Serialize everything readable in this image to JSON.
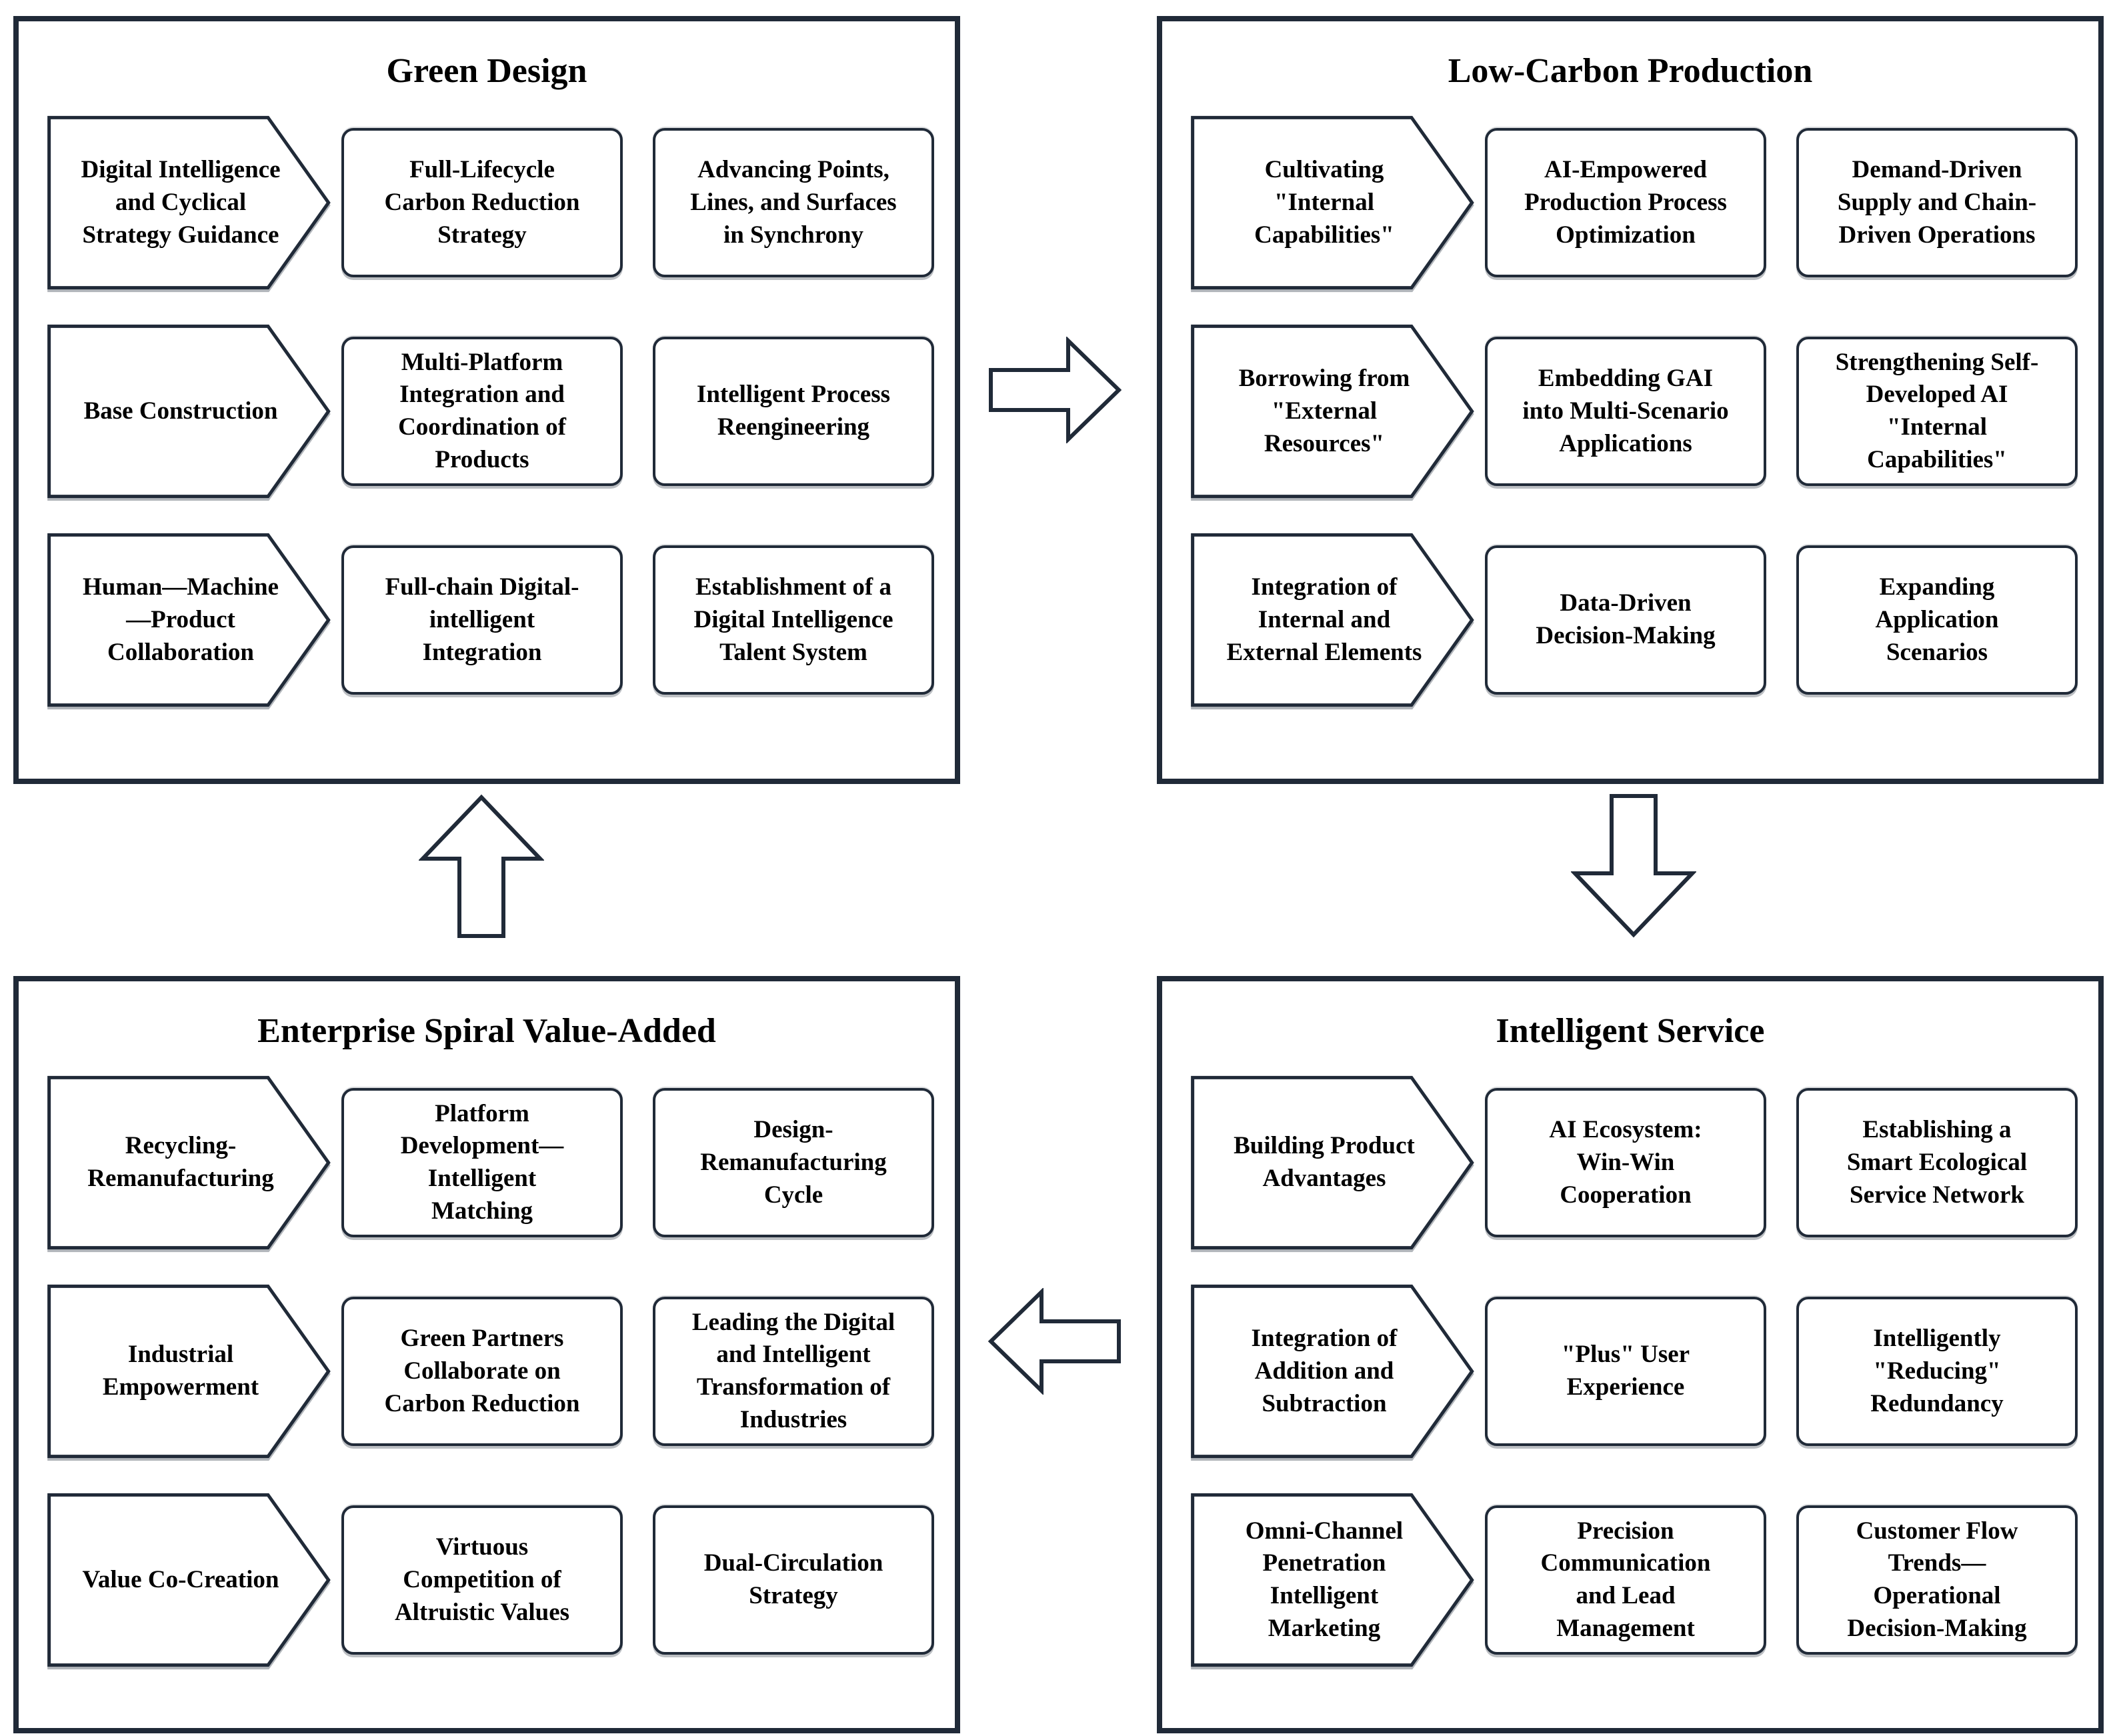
{
  "colors": {
    "line": "#202a38",
    "background": "#ffffff",
    "text": "#000000"
  },
  "icons": {
    "right_arrow": "block-arrow-right",
    "down_arrow": "block-arrow-down",
    "left_arrow": "block-arrow-left",
    "up_arrow": "block-arrow-up",
    "stage_shape": "chevron-pentagon"
  },
  "panels": [
    {
      "id": "green-design",
      "title": "Green Design",
      "rows": [
        {
          "label": "Digital Intelligence\nand Cyclical\nStrategy Guidance",
          "boxes": [
            "Full-Lifecycle\nCarbon Reduction\nStrategy",
            "Advancing Points,\nLines, and Surfaces\nin Synchrony"
          ]
        },
        {
          "label": "Base Construction",
          "boxes": [
            "Multi-Platform\nIntegration and\nCoordination of\nProducts",
            "Intelligent Process\nReengineering"
          ]
        },
        {
          "label": "Human—Machine\n—Product\nCollaboration",
          "boxes": [
            "Full-chain Digital-\nintelligent\nIntegration",
            "Establishment of a\nDigital Intelligence\nTalent System"
          ]
        }
      ]
    },
    {
      "id": "low-carbon-production",
      "title": "Low-Carbon Production",
      "rows": [
        {
          "label": "Cultivating\n\"Internal\nCapabilities\"",
          "boxes": [
            "AI-Empowered\nProduction Process\nOptimization",
            "Demand-Driven\nSupply and Chain-\nDriven Operations"
          ]
        },
        {
          "label": "Borrowing from\n\"External\nResources\"",
          "boxes": [
            "Embedding GAI\ninto Multi-Scenario\nApplications",
            "Strengthening Self-\nDeveloped AI\n\"Internal\nCapabilities\""
          ]
        },
        {
          "label": "Integration of\nInternal and\nExternal Elements",
          "boxes": [
            "Data-Driven\nDecision-Making",
            "Expanding\nApplication\nScenarios"
          ]
        }
      ]
    },
    {
      "id": "enterprise-spiral-value-added",
      "title": "Enterprise Spiral Value-Added",
      "rows": [
        {
          "label": "Recycling-\nRemanufacturing",
          "boxes": [
            "Platform\nDevelopment—\nIntelligent\nMatching",
            "Design-\nRemanufacturing\nCycle"
          ]
        },
        {
          "label": "Industrial\nEmpowerment",
          "boxes": [
            "Green Partners\nCollaborate on\nCarbon Reduction",
            "Leading the Digital\nand Intelligent\nTransformation of\nIndustries"
          ]
        },
        {
          "label": "Value Co-Creation",
          "boxes": [
            "Virtuous\nCompetition of\nAltruistic Values",
            "Dual-Circulation\nStrategy"
          ]
        }
      ]
    },
    {
      "id": "intelligent-service",
      "title": "Intelligent Service",
      "rows": [
        {
          "label": "Building Product\nAdvantages",
          "boxes": [
            "AI Ecosystem:\nWin-Win\nCooperation",
            "Establishing a\nSmart Ecological\nService Network"
          ]
        },
        {
          "label": "Integration of\nAddition and\nSubtraction",
          "boxes": [
            "\"Plus\" User\nExperience",
            "Intelligently\n\"Reducing\"\nRedundancy"
          ]
        },
        {
          "label": "Omni-Channel\nPenetration\nIntelligent\nMarketing",
          "boxes": [
            "Precision\nCommunication\nand Lead\nManagement",
            "Customer Flow\nTrends—\nOperational\nDecision-Making"
          ]
        }
      ]
    }
  ]
}
